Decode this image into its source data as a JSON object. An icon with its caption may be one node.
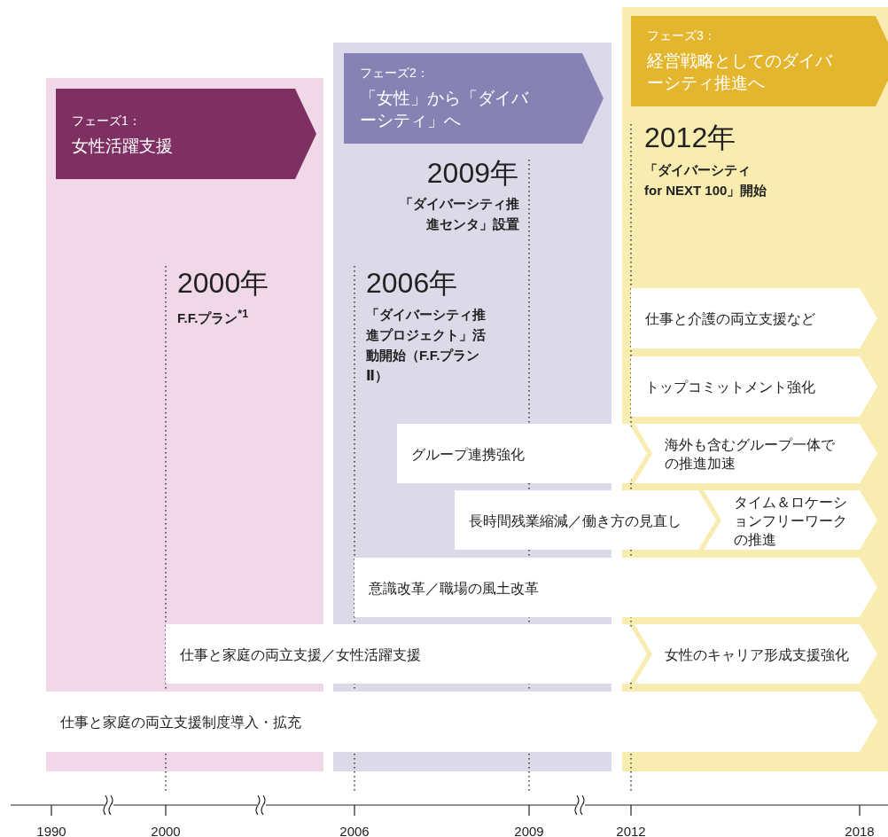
{
  "diagram": {
    "nodes": [
      {
        "text": [
          "フェーズ1：",
          "女性活躍支援"
        ]
      },
      {
        "text": [
          "フェーズ2：",
          "「女性」から「ダイバーシティ」へ"
        ]
      },
      {
        "text": [
          "フェーズ3：",
          "経営戦略としてのダイバーシティ推進へ"
        ]
      },
      {
        "text": [
          "仕事と介護の両立支援など"
        ]
      },
      {
        "text": [
          "トップコミットメント強化"
        ]
      },
      {
        "text": [
          "グループ連携強化"
        ]
      },
      {
        "text": [
          "海外も含むグループ一体での推進加速"
        ]
      },
      {
        "text": [
          "長時間残業縮減／働き方の見直し"
        ]
      },
      {
        "text": [
          "タイム＆ロケーションフリーワークの推進"
        ]
      },
      {
        "text": [
          "意識改革／職場の風土改革"
        ]
      },
      {
        "text": [
          "仕事と家庭の両立支援／女性活躍支援"
        ]
      },
      {
        "text": [
          "女性のキャリア形成支援強化"
        ]
      },
      {
        "text": [
          "仕事と家庭の両立支援制度導入・拡充"
        ]
      }
    ],
    "labels": [
      "2009年",
      "2012年",
      "「ダイバーシティ推進センタ」設置",
      "「ダイバーシティ for NEXT 100」開始",
      "2000年",
      "F.F.プラン$^{*1}$",
      "2006年",
      "「ダイバーシティ推進プロジェクト」活動開始（F.F.プランⅡ）",
      "1990",
      "2000",
      "2006",
      "2009",
      "2012",
      "2018"
    ]
  }
}
